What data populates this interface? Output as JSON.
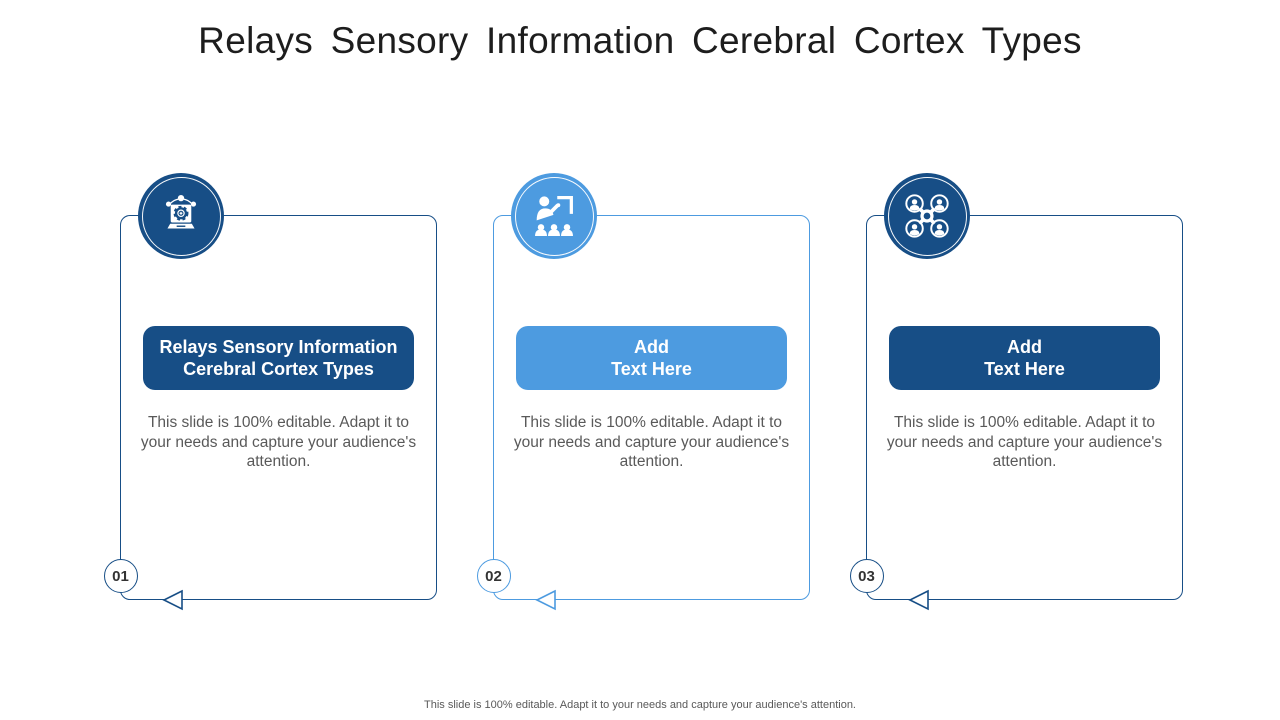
{
  "slide": {
    "title": "Relays Sensory Information Cerebral Cortex Types",
    "footer": "This slide is 100% editable. Adapt it to your needs and capture your audience's attention.",
    "colors": {
      "dark_blue": "#174E86",
      "light_blue": "#4D9BE0",
      "body_text_gray": "#595959",
      "title_text": "#1d1d1d",
      "badge_text": "#333333",
      "background": "#ffffff"
    }
  },
  "cards": [
    {
      "number": "01",
      "accent": "#174E86",
      "icon": "laptop-gear-network-icon",
      "heading_lines": [
        "Relays Sensory Information",
        "Cerebral Cortex Types"
      ],
      "body": "This slide is 100% editable. Adapt it to your needs and capture your audience's attention."
    },
    {
      "number": "02",
      "accent": "#4D9BE0",
      "icon": "presenter-training-icon",
      "heading_lines": [
        "Add",
        "Text Here"
      ],
      "body": "This slide is 100% editable. Adapt it to your needs and capture your audience's attention."
    },
    {
      "number": "03",
      "accent": "#174E86",
      "icon": "team-network-icon",
      "heading_lines": [
        "Add",
        "Text Here"
      ],
      "body": "This slide is 100% editable. Adapt it to your needs and capture your audience's attention."
    }
  ]
}
